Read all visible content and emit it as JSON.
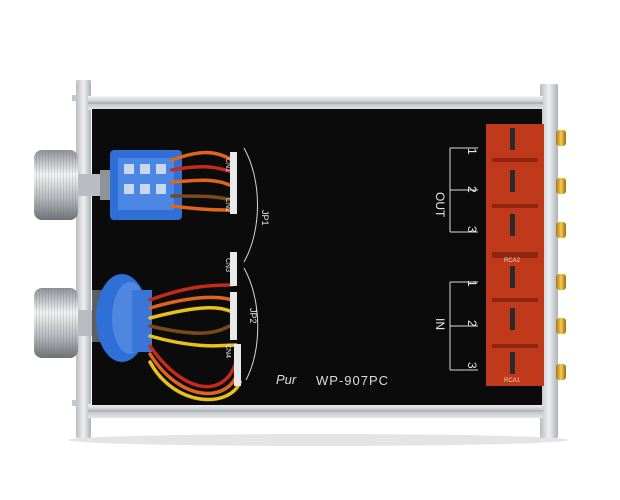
{
  "pcb": {
    "model": "WP-907PC",
    "brand_logo": "Pur",
    "header_labels": [
      "JP1",
      "JP2"
    ],
    "connector_labels": [
      "CN1",
      "CN2",
      "CN3",
      "CN4"
    ],
    "out_group": {
      "label": "OUT",
      "numbers": [
        "1",
        "2",
        "3"
      ]
    },
    "in_group": {
      "label": "IN",
      "numbers": [
        "1",
        "2",
        "3"
      ]
    },
    "jack_board_labels": [
      "RCA2",
      "RCA1"
    ]
  },
  "colors": {
    "background": "#ffffff",
    "pcb": "#0b0b0b",
    "aluminum": "#c9ccd0",
    "rca_block": "#c0391b",
    "switch_blue": "#2f6fd6",
    "wire_orange": "#e0641c",
    "wire_yellow": "#e8c21a",
    "wire_red": "#c62a1a",
    "wire_brown": "#7a4a1c",
    "gold": "#d6a21e"
  }
}
